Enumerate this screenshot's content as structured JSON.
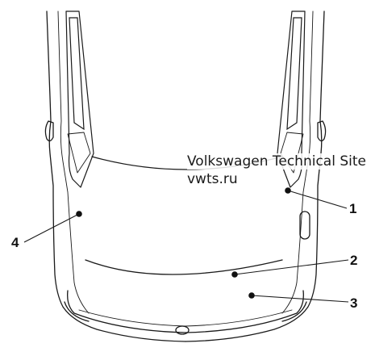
{
  "watermark": {
    "line1": "Volkswagen Technical Site",
    "line2": "vwts.ru"
  },
  "callouts": [
    {
      "id": "1",
      "label": "1"
    },
    {
      "id": "2",
      "label": "2"
    },
    {
      "id": "3",
      "label": "3"
    },
    {
      "id": "4",
      "label": "4"
    }
  ]
}
